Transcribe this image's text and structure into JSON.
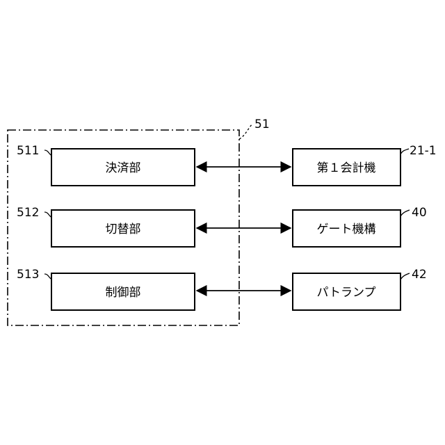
{
  "group": {
    "ref": "51"
  },
  "left_blocks": [
    {
      "ref": "511",
      "label": "決済部"
    },
    {
      "ref": "512",
      "label": "切替部"
    },
    {
      "ref": "513",
      "label": "制御部"
    }
  ],
  "right_blocks": [
    {
      "ref": "21-1",
      "label": "第１会計機"
    },
    {
      "ref": "40",
      "label": "ゲート機構"
    },
    {
      "ref": "42",
      "label": "パトランプ"
    }
  ]
}
